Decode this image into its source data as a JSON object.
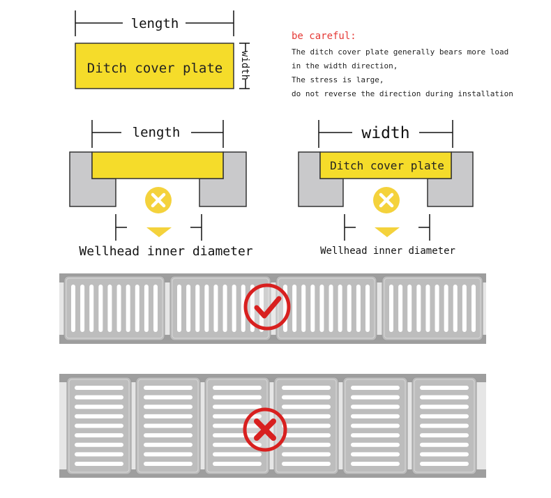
{
  "top": {
    "length_label": "length",
    "width_label": "width",
    "plate_label": "Ditch cover plate"
  },
  "note": {
    "heading": "be careful:",
    "lines": [
      "The ditch cover plate generally bears more load",
      "in the width direction,",
      "The stress is large,",
      "do not reverse the direction during installation"
    ]
  },
  "left_section": {
    "dimension_label": "length",
    "bottom_label": "Wellhead inner diameter"
  },
  "right_section": {
    "dimension_label": "width",
    "plate_label": "Ditch cover plate",
    "bottom_label": "Wellhead inner diameter"
  },
  "grates": {
    "correct_row": "vertical slots, plates laid with width across the ditch",
    "wrong_row": "horizontal slots, plates laid with length across the ditch"
  },
  "colors": {
    "plate_yellow": "#F5DC2A",
    "frame_gray": "#C9C9CB",
    "grate_gray": "#BDBDBD",
    "warning_red": "#E53935",
    "mark_red": "#D8201F",
    "marker_yellow": "#F4D23C"
  }
}
